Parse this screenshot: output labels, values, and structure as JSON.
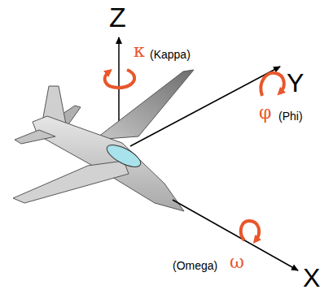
{
  "diagram": {
    "labels": [
      "Z",
      "κ",
      "(Kappa)",
      "Y",
      "φ",
      "(Phi)",
      "X",
      "(Omega)",
      "ω"
    ]
  }
}
